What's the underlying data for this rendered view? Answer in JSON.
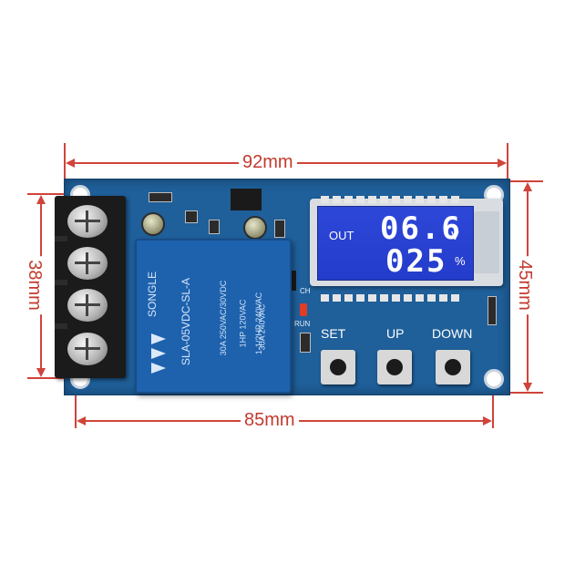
{
  "dimensions": {
    "top_width": "92mm",
    "bottom_width": "85mm",
    "left_height": "38mm",
    "right_height": "45mm"
  },
  "lcd": {
    "out_label": "OUT",
    "voltage": "06.6",
    "voltage_unit": "V",
    "percent": "025",
    "percent_unit": "%"
  },
  "buttons": {
    "set": "SET",
    "up": "UP",
    "down": "DOWN"
  },
  "relay": {
    "brand": "SONGLE",
    "model": "SLA-05VDC-SL-A",
    "ratings_1": "30A 250VAC/30VDC",
    "ratings_2": "1HP 120VAC",
    "ratings_3": "1-1/2HP 240VAC",
    "ratings_4": "30A 240VAC"
  },
  "silkscreen": {
    "run": "RUN",
    "ch": "CH"
  },
  "colors": {
    "dimension_lines": "#d0443a",
    "pcb": "#1f5f9a",
    "lcd_backlight": "#2d47d8"
  }
}
